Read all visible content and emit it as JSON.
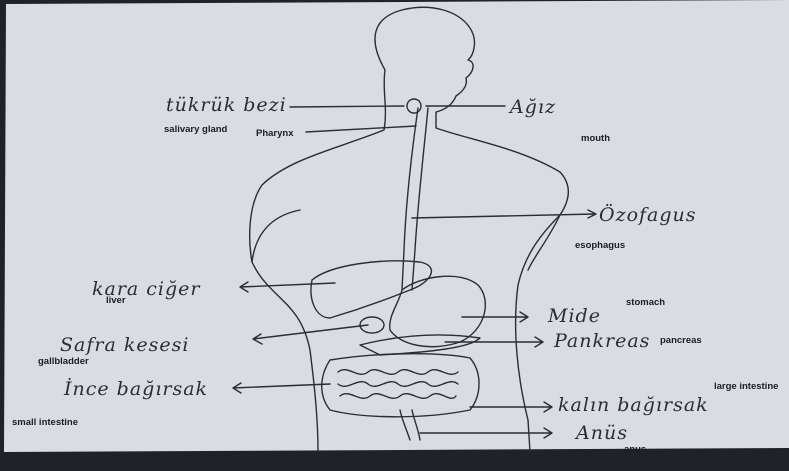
{
  "diagram": {
    "labels": [
      {
        "id": "tukuruk",
        "turkish": "tükrük bezi",
        "english": "salivary gland"
      },
      {
        "id": "pharynx",
        "turkish": "",
        "english": "Pharynx"
      },
      {
        "id": "agiz",
        "turkish": "Ağız",
        "english": "mouth"
      },
      {
        "id": "ozofagus",
        "turkish": "Özofagus",
        "english": "esophagus"
      },
      {
        "id": "karaciger",
        "turkish": "kara ciğer",
        "english": "liver"
      },
      {
        "id": "mide",
        "turkish": "Mide",
        "english": "stomach"
      },
      {
        "id": "safra",
        "turkish": "Safra kesesi",
        "english": "gallbladder"
      },
      {
        "id": "pankreas",
        "turkish": "Pankreas",
        "english": "pancreas"
      },
      {
        "id": "ince",
        "turkish": "İnce bağırsak",
        "english": "small intestine"
      },
      {
        "id": "kalin",
        "turkish": "kalın bağırsak",
        "english": "large intestine"
      },
      {
        "id": "anus",
        "turkish": "Anüs",
        "english": "anus"
      }
    ]
  },
  "colors": {
    "paper": "#d9dce3",
    "ink": "#2a2d36",
    "background": "#1f2327"
  }
}
